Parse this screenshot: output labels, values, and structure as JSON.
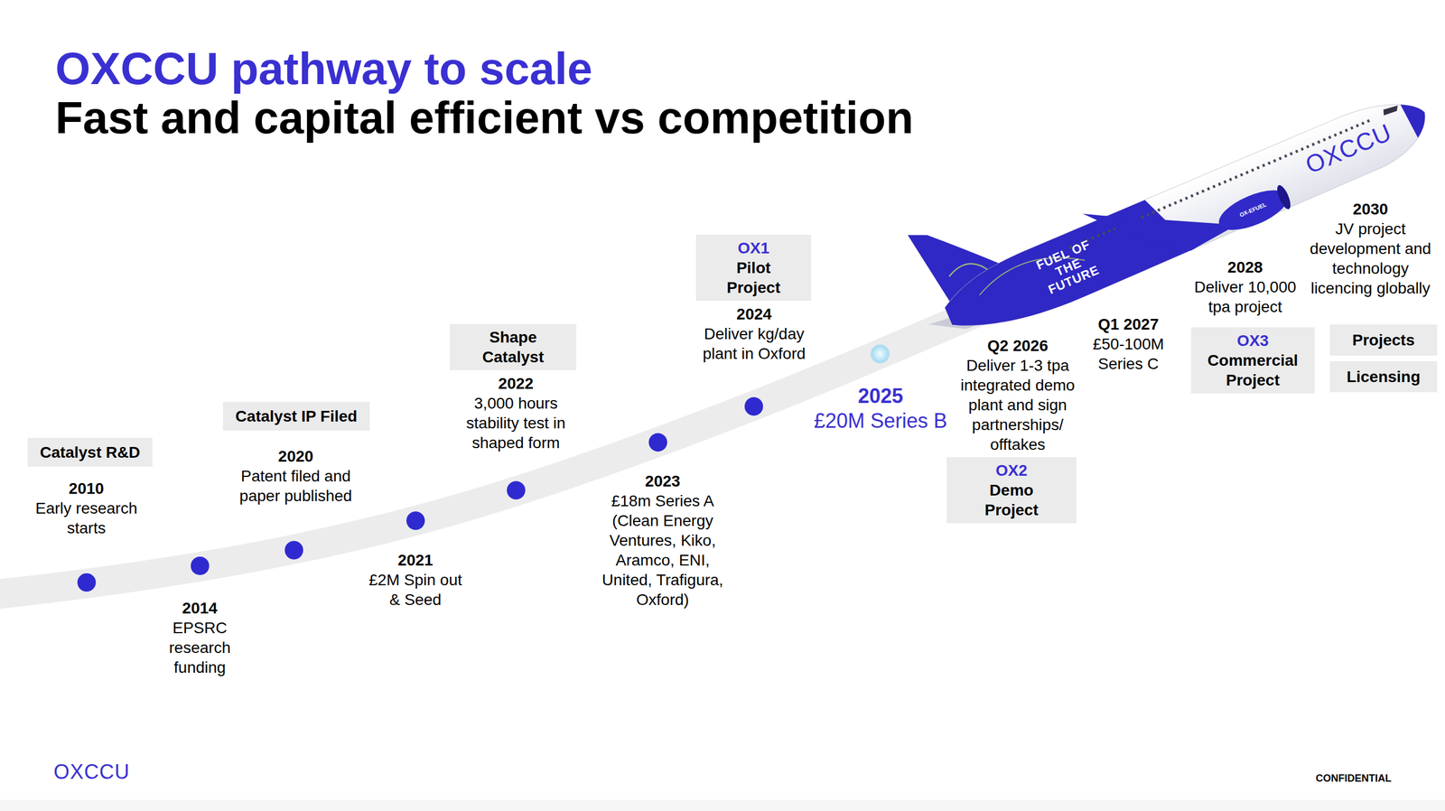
{
  "diagram": {
    "title": "OXCCU pathway to scale",
    "nodes": [
      {
        "text": [
          "Catalyst R&D"
        ]
      },
      {
        "text": [
          "Catalyst IP Filed"
        ]
      },
      {
        "text": [
          "Shape Catalyst"
        ]
      },
      {
        "text": [
          "OX1",
          "Pilot Project"
        ]
      },
      {
        "text": [
          "OX2",
          "Demo Project"
        ]
      },
      {
        "text": [
          "OX3",
          "Commercial Project"
        ]
      },
      {
        "text": [
          "Projects"
        ]
      },
      {
        "text": [
          "Licensing"
        ]
      }
    ],
    "labels": [
      "Fast and capital efficient vs competition",
      "2010",
      "Early research starts",
      "2014",
      "EPSRC research funding",
      "2020",
      "Patent filed and paper published",
      "2021",
      "£2M Spin out & Seed",
      "2022",
      "3,000 hours stability test in shaped form",
      "2023",
      "£18m Series A (Clean Energy Ventures, Kiko, Aramco, ENI, United, Trafigura, Oxford)",
      "2024",
      "Deliver kg/day plant in Oxford",
      "2025",
      "£20M Series B",
      "FUEL OF THE FUTURE",
      "Q2 2026",
      "Deliver 1-3 tpa integrated demo plant and sign partnerships/ offtakes",
      "Q1 2027",
      "£50-100M Series C",
      "OX-EFUEL",
      "2028",
      "Deliver 10,000 tpa project",
      "OXCCU",
      "2030",
      "JV project development and technology licencing globally",
      "OXCCU",
      "CONFIDENTIAL"
    ]
  }
}
